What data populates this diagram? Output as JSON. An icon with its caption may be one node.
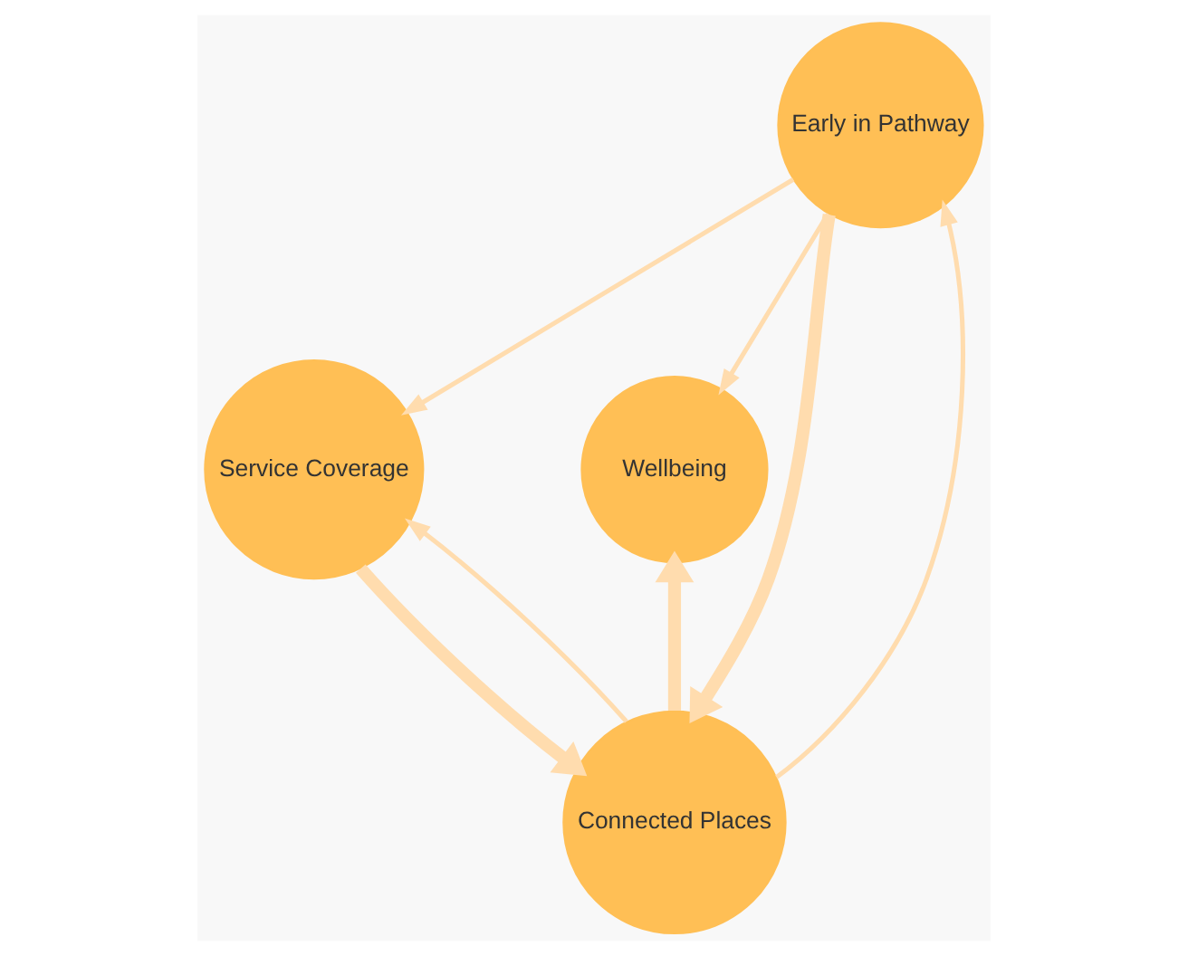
{
  "diagram": {
    "nodes": [
      {
        "text": [
          "Early in Pathway"
        ]
      },
      {
        "text": [
          "Service Coverage"
        ]
      },
      {
        "text": [
          "Wellbeing"
        ]
      },
      {
        "text": [
          "Connected Places"
        ]
      }
    ],
    "edges": [
      {
        "from": 0,
        "to": 1,
        "arrow": "to"
      },
      {
        "from": 0,
        "to": 2,
        "arrow": "to"
      },
      {
        "from": 3,
        "to": 0,
        "arrow": "to"
      },
      {
        "from": 0,
        "to": 3,
        "arrow": "to",
        "style": "thick"
      },
      {
        "from": 1,
        "to": 3,
        "arrow": "to",
        "style": "thick"
      },
      {
        "from": 3,
        "to": 1,
        "arrow": "to"
      },
      {
        "from": 3,
        "to": 2,
        "arrow": "to",
        "style": "thick"
      }
    ]
  }
}
